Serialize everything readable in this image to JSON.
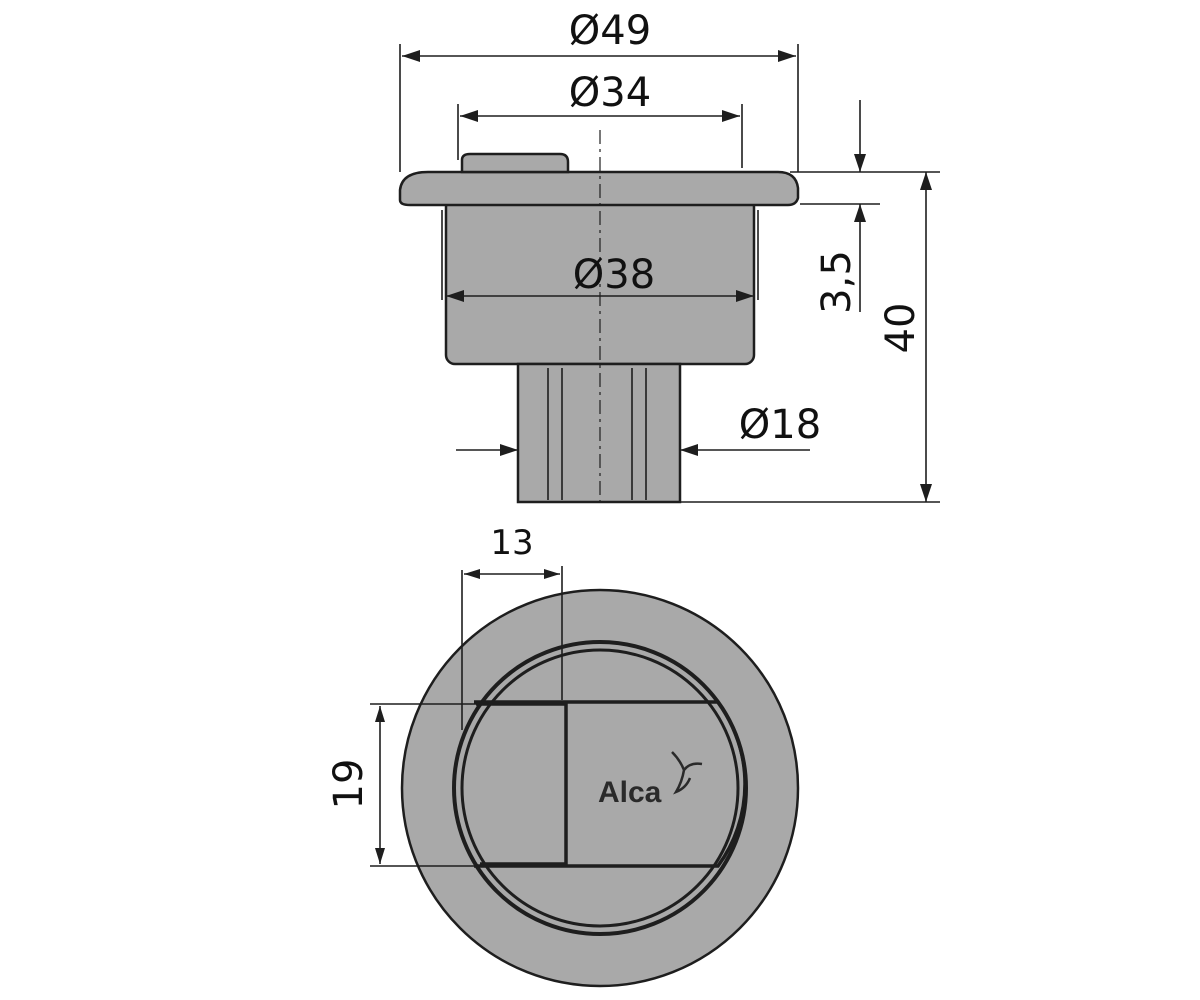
{
  "side_view": {
    "dim_outer_diameter": "Ø49",
    "dim_button_diameter": "Ø34",
    "dim_body_diameter": "Ø38",
    "dim_stem_diameter": "Ø18",
    "dim_flange_height": "3,5",
    "dim_total_height": "40"
  },
  "top_view": {
    "dim_small_button_width": "13",
    "dim_small_button_height": "19",
    "brand_logo": "Alca"
  },
  "colors": {
    "part_fill": "#a9a9a9",
    "outline": "#1e1e1e",
    "background": "#ffffff"
  }
}
